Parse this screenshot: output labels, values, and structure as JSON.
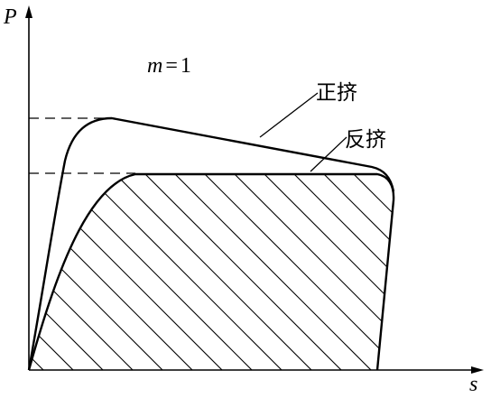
{
  "axes": {
    "y_label": "P",
    "x_label": "s"
  },
  "parameter": {
    "var": "m",
    "eq": "=",
    "val": "1"
  },
  "curves": {
    "forward": {
      "label": "正挤"
    },
    "backward": {
      "label": "反挤",
      "fill": "hatched"
    }
  },
  "colors": {
    "stroke": "#000000",
    "background": "#ffffff"
  }
}
